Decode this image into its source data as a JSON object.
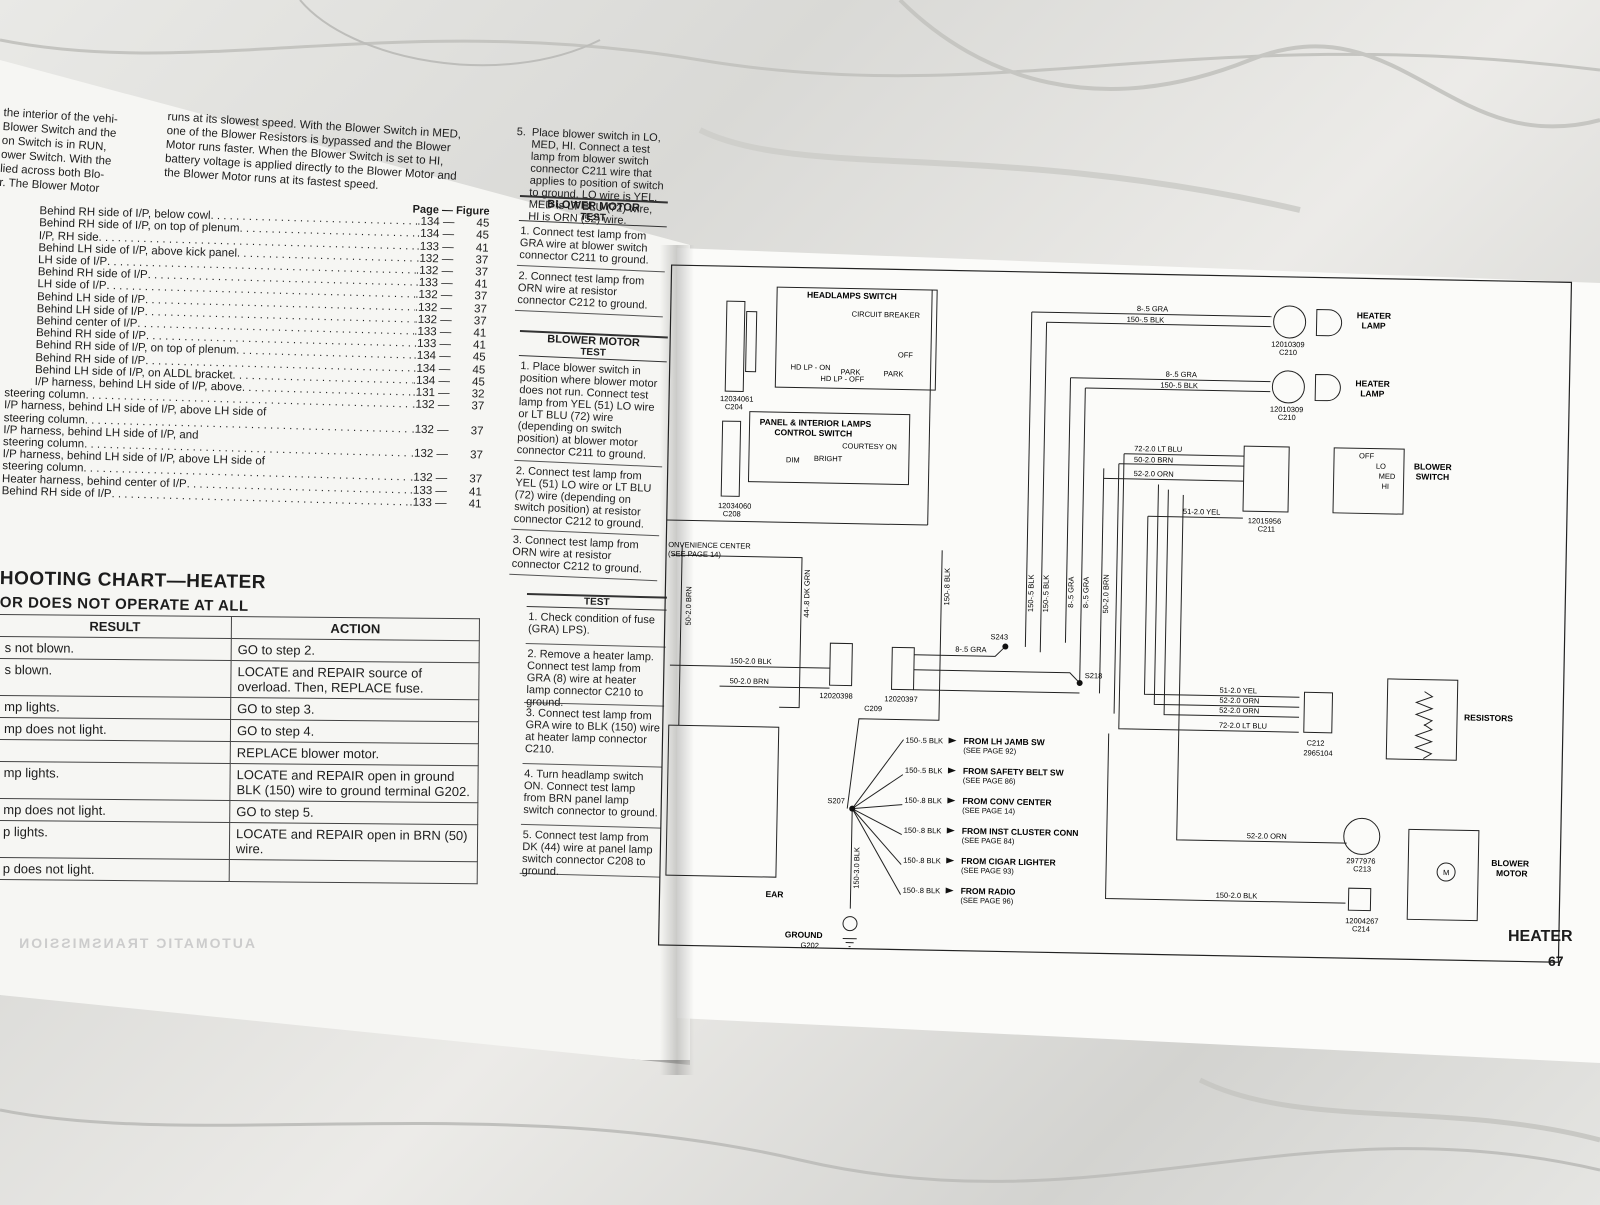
{
  "left_page": {
    "intro_left": [
      "the interior of the vehi-",
      "Blower Switch and the",
      "on Switch is in RUN,",
      "ower Switch. With the",
      "lied across both Blo-",
      "r. The Blower Motor"
    ],
    "intro_right": [
      "runs at its slowest speed. With the Blower Switch in MED,",
      "one of the Blower Resistors is bypassed and the Blower",
      "Motor runs faster. When the Blower Switch is set to HI,",
      "battery voltage is applied directly to the Blower Motor and",
      "the Blower Motor runs at its fastest speed."
    ],
    "location_header": {
      "page": "Page",
      "figure": "Figure",
      "dash": "—"
    },
    "locations": [
      {
        "text": "Behind RH side of I/P, below cowl",
        "page": ".134 —",
        "figure": "45"
      },
      {
        "text": "Behind RH side of I/P, on top of plenum",
        "page": ".134 —",
        "figure": "45"
      },
      {
        "text": "I/P, RH side",
        "page": ".133 —",
        "figure": "41"
      },
      {
        "text": "Behind LH side of I/P, above kick panel",
        "page": ".132 —",
        "figure": "37"
      },
      {
        "text": "LH side of I/P",
        "page": ".132 —",
        "figure": "37"
      },
      {
        "text": "Behind RH side of I/P",
        "page": ".133 —",
        "figure": "41"
      },
      {
        "text": "LH side of I/P",
        "page": ".132 —",
        "figure": "37"
      },
      {
        "text": "Behind LH side of I/P",
        "page": ".132 —",
        "figure": "37"
      },
      {
        "text": "Behind LH side of I/P",
        "page": ".132 —",
        "figure": "37"
      },
      {
        "text": "Behind center of I/P",
        "page": ".133 —",
        "figure": "41"
      },
      {
        "text": "Behind RH side of I/P",
        "page": ".133 —",
        "figure": "41"
      },
      {
        "text": "Behind RH side of I/P, on top of plenum",
        "page": ".134 —",
        "figure": "45"
      },
      {
        "text": "Behind RH side of I/P",
        "page": ".134 —",
        "figure": "45"
      },
      {
        "text": "Behind LH side of I/P, on ALDL bracket",
        "page": ".134 —",
        "figure": "45"
      },
      {
        "text": "I/P harness, behind LH side of I/P, above",
        "page": ".131 —",
        "figure": "32"
      },
      {
        "text": "steering column",
        "page": ".132 —",
        "figure": "37"
      },
      {
        "text": "I/P harness, behind LH side of I/P, above LH side of",
        "page": "",
        "figure": ""
      },
      {
        "text": "steering column",
        "page": ".132 —",
        "figure": "37"
      },
      {
        "text": "I/P harness, behind LH side of I/P, and",
        "page": "",
        "figure": ""
      },
      {
        "text": "steering column",
        "page": ".132 —",
        "figure": "37"
      },
      {
        "text": "I/P harness, behind LH side of I/P, above LH side of",
        "page": "",
        "figure": ""
      },
      {
        "text": "steering column",
        "page": ".132 —",
        "figure": "37"
      },
      {
        "text": "Heater harness, behind center of I/P",
        "page": ".133 —",
        "figure": "41"
      },
      {
        "text": "Behind RH side of I/P",
        "page": ".133 —",
        "figure": "41"
      }
    ],
    "chart_title": "HOOTING CHART—HEATER",
    "chart_subtitle": "OR DOES NOT OPERATE AT ALL",
    "table_headers": {
      "result": "RESULT",
      "action": "ACTION"
    },
    "table_rows": [
      {
        "result": "s not blown.",
        "action": "GO to step 2."
      },
      {
        "result": "s blown.",
        "action": "LOCATE and REPAIR source of overload. Then, REPLACE fuse."
      },
      {
        "result": "mp lights.",
        "action": "GO to step 3."
      },
      {
        "result": "mp does not light.",
        "action": "GO to step 4."
      },
      {
        "result": "",
        "action": "REPLACE blower motor."
      },
      {
        "result": "mp lights.",
        "action": "LOCATE and REPAIR open in ground BLK (150) wire to ground terminal G202."
      },
      {
        "result": "mp does not light.",
        "action": "GO to step 5."
      },
      {
        "result": "p lights.",
        "action": "LOCATE and REPAIR open in BRN (50) wire."
      },
      {
        "result": "p does not light.",
        "action": ""
      }
    ],
    "mirror_text": "AUTOMATIC TRANSMISSION"
  },
  "middle_column": {
    "upper_steps": [
      {
        "n": "5.",
        "text": "Place blower switch in LO, MED, HI. Connect a test lamp from blower switch connector C211 wire that applies to position of switch to ground. LO wire is YEL, MED is LT BLU (72) wire, HI is ORN (52) wire."
      }
    ],
    "blower_motor_test_1": {
      "title": "BLOWER MOTOR",
      "test": "TEST",
      "steps": [
        {
          "n": "1.",
          "text": "Connect test lamp from GRA wire at blower switch connector C211 to ground."
        },
        {
          "n": "2.",
          "text": "Connect test lamp from ORN wire at resistor connector C212 to ground."
        }
      ]
    },
    "blower_motor_test_2": {
      "title": "BLOWER MOTOR",
      "test": "TEST",
      "steps": [
        {
          "n": "1.",
          "text": "Place blower switch in position where blower motor does not run. Connect test lamp from YEL (51) LO wire or LT BLU (72) wire (depending on switch position) at blower motor connector C211 to ground."
        },
        {
          "n": "2.",
          "text": "Connect test lamp from YEL (51) LO wire or LT BLU (72) wire (depending on switch position) at resistor connector C212 to ground."
        },
        {
          "n": "3.",
          "text": "Connect test lamp from ORN wire at resistor connector C212 to ground."
        }
      ]
    },
    "test3": {
      "test": "TEST",
      "steps": [
        {
          "n": "1.",
          "text": "Check condition of fuse (GRA) LPS)."
        },
        {
          "n": "2.",
          "text": "Remove a heater lamp. Connect test lamp from GRA (8) wire at heater lamp connector C210 to ground."
        },
        {
          "n": "3.",
          "text": "Connect test lamp from GRA wire to BLK (150) wire at heater lamp connector C210."
        },
        {
          "n": "4.",
          "text": "Turn headlamp switch ON. Connect test lamp from BRN panel lamp switch connector to ground."
        },
        {
          "n": "5.",
          "text": "Connect test lamp from DK (44) wire at panel lamp switch connector C208 to ground."
        }
      ]
    }
  },
  "diagram": {
    "headlamps_switch": "HEADLAMPS SWITCH",
    "circuit_breaker": "CIRCUIT BREAKER",
    "hd_lp_on": "HD LP - ON",
    "park": "PARK",
    "hd_lp_off": "HD LP - OFF",
    "park2": "PARK",
    "off": "OFF",
    "c204_part": "12034061",
    "c204": "C204",
    "panel_switch_title_1": "PANEL & INTERIOR LAMPS",
    "panel_switch_title_2": "CONTROL SWITCH",
    "courtesy_on": "COURTESY ON",
    "dim": "DIM",
    "bright": "BRIGHT",
    "c208_part": "12034060",
    "c208": "C208",
    "convenience_center": "ONVENIENCE CENTER",
    "see_page_14": "(SEE PAGE 14)",
    "wire_50_brn": "50-2.0 BRN",
    "wire_44_dk_grn": "44-.8 DK GRN",
    "wire_150_8_blk": "150-.8 BLK",
    "wire_150_2_blk": "150-2.0 BLK",
    "wire_50_2_brn": "50-2.0 BRN",
    "c209_left_part": "12020398",
    "c209": "C209",
    "c209_right_part": "12020397",
    "s243": "S243",
    "wire_8_5_gra": "8-.5 GRA",
    "s218": "S218",
    "s207": "S207",
    "ground_label": "GROUND",
    "g202": "G202",
    "wire_150_3_blk": "150-3.0 BLK",
    "ground_refs": [
      {
        "wire": "150-.5 BLK",
        "text": "FROM LH JAMB SW",
        "page": "(SEE PAGE 92)"
      },
      {
        "wire": "150-.5 BLK",
        "text": "FROM SAFETY BELT SW",
        "page": "(SEE PAGE 86)"
      },
      {
        "wire": "150-.8 BLK",
        "text": "FROM CONV CENTER",
        "page": "(SEE PAGE 14)"
      },
      {
        "wire": "150-.8 BLK",
        "text": "FROM INST CLUSTER CONN",
        "page": "(SEE PAGE 84)"
      },
      {
        "wire": "150-.8 BLK",
        "text": "FROM CIGAR LIGHTER",
        "page": "(SEE PAGE 93)"
      },
      {
        "wire": "150-.8 BLK",
        "text": "FROM RADIO",
        "page": "(SEE PAGE 96)"
      }
    ],
    "vertical_wires": [
      "150-.5 BLK",
      "150-.5 BLK",
      "8-.5 GRA",
      "8-.5 GRA",
      "50-2.0 BRN"
    ],
    "heater_lamp_1": {
      "gra": "8-.5 GRA",
      "blk": "150-.5 BLK",
      "part": "12010309",
      "conn": "C210",
      "label1": "HEATER",
      "label2": "LAMP"
    },
    "heater_lamp_2": {
      "gra": "8-.5 GRA",
      "blk": "150-.5 BLK",
      "part": "12010309",
      "conn": "C210",
      "label1": "HEATER",
      "label2": "LAMP"
    },
    "blower_switch": {
      "w1": "72-2.0 LT BLU",
      "w2": "50-2.0 BRN",
      "w3": "52-2.0 ORN",
      "w4": "51-2.0 YEL",
      "part": "12015956",
      "conn": "C211",
      "label1": "BLOWER",
      "label2": "SWITCH",
      "off": "OFF",
      "lo": "LO",
      "med": "MED",
      "hi": "HI"
    },
    "resistors": {
      "w1": "51-2.0 YEL",
      "w2": "52-2.0 ORN",
      "w3": "52-2.0 ORN",
      "w4": "72-2.0 LT BLU",
      "conn": "C212",
      "part": "2965104",
      "label": "RESISTORS"
    },
    "blower_motor": {
      "w1": "52-2.0 ORN",
      "w2": "150-2.0 BLK",
      "part1": "2977976",
      "conn1": "C213",
      "part2": "12004267",
      "conn2": "C214",
      "label1": "BLOWER",
      "label2": "MOTOR",
      "m": "M"
    },
    "rear": "EAR"
  },
  "footer": {
    "section": "HEATER",
    "page": "67"
  }
}
